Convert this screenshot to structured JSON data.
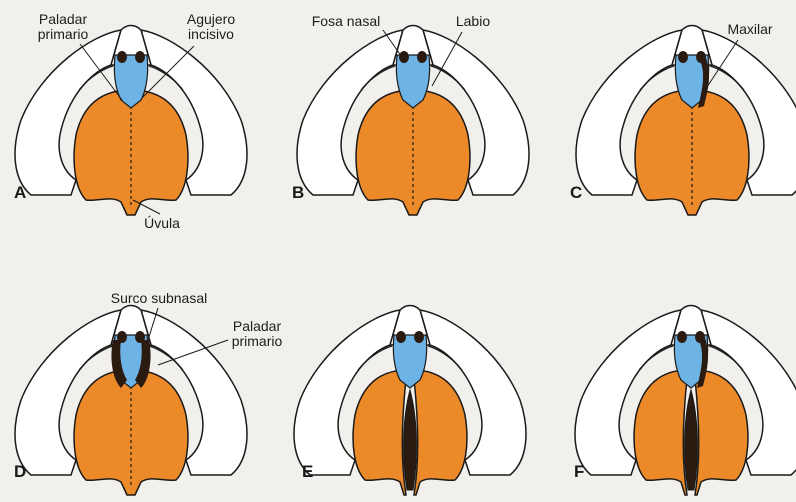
{
  "panels": [
    {
      "letter": "A"
    },
    {
      "letter": "B"
    },
    {
      "letter": "C"
    },
    {
      "letter": "D"
    },
    {
      "letter": "E"
    },
    {
      "letter": "F"
    }
  ],
  "labels": {
    "paladar_primario_a_line1": "Paladar",
    "paladar_primario_a_line2": "primario",
    "agujero_incisivo_line1": "Agujero",
    "agujero_incisivo_line2": "incisivo",
    "uvula": "Úvula",
    "fosa_nasal": "Fosa nasal",
    "labio": "Labio",
    "maxilar": "Maxilar",
    "surco_subnasal": "Surco subnasal",
    "paladar_primario_d_line1": "Paladar",
    "paladar_primario_d_line2": "primario"
  },
  "colors": {
    "palate_orange": "#ec8a2a",
    "primary_palate_blue": "#6db3e6",
    "cleft_dark": "#2a1a10",
    "outline": "#1a1a1a",
    "background": "#f2f0ec"
  }
}
